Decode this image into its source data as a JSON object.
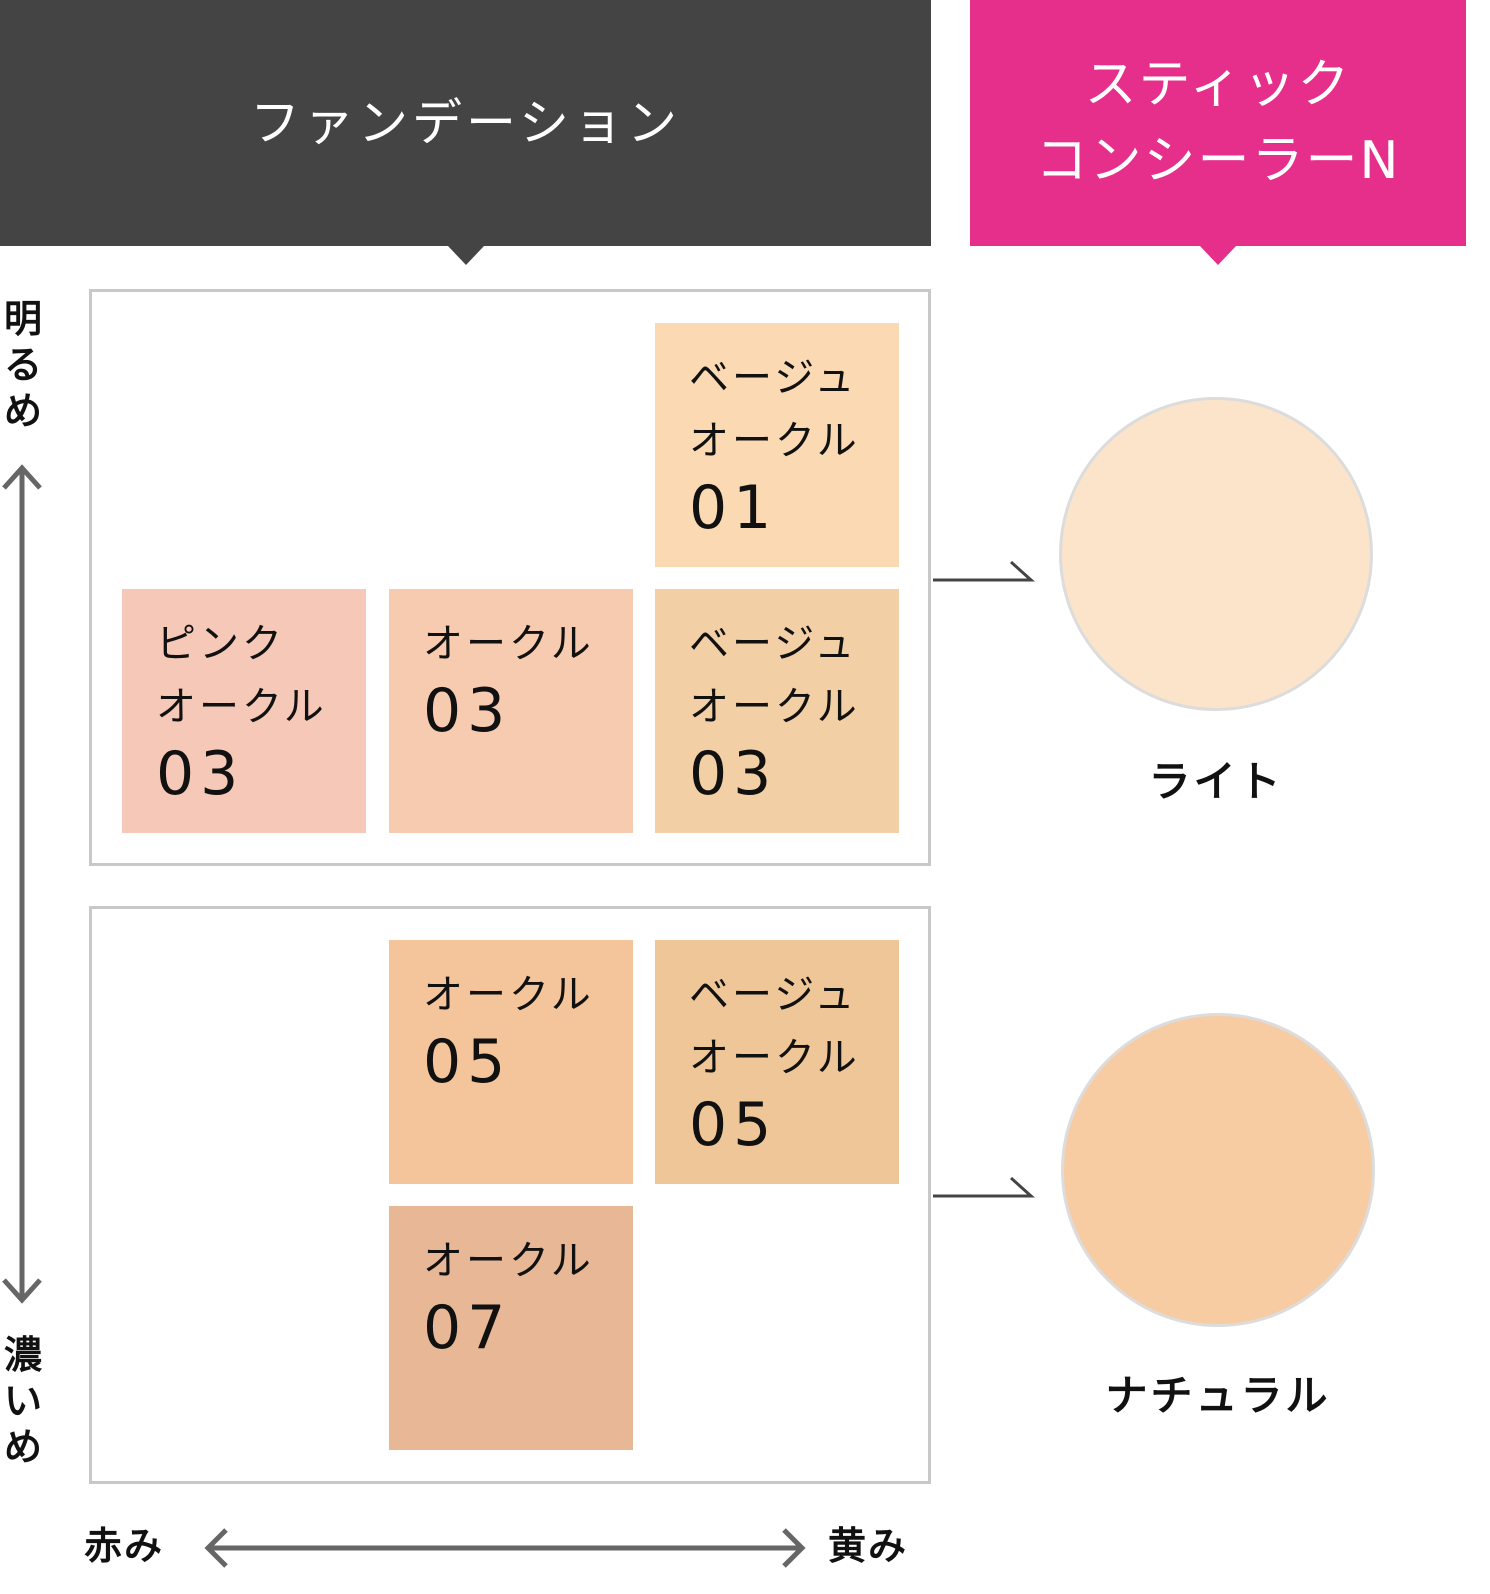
{
  "headers": {
    "foundation": {
      "title": "ファンデーション",
      "color": "#444444"
    },
    "concealer": {
      "title": "スティック\nコンシーラーN",
      "color": "#e62e8b"
    }
  },
  "axes": {
    "vertical": {
      "top_label": "明\nる\nめ",
      "bottom_label": "濃\nい\nめ"
    },
    "horizontal": {
      "left_label": "赤み",
      "right_label": "黄み"
    },
    "arrow_color": "#666666"
  },
  "groups": [
    {
      "id": "light",
      "tiles": [
        {
          "name": "ベージュ\nオークル",
          "number": "01",
          "color": "#fad9b3"
        },
        {
          "name": "ピンク\nオークル",
          "number": "03",
          "color": "#f6c8b8"
        },
        {
          "name": "オークル",
          "number": "03",
          "color": "#f7cbb0"
        },
        {
          "name": "ベージュ\nオークル",
          "number": "03",
          "color": "#f3cfa5"
        }
      ],
      "concealer": {
        "label": "ライト",
        "color": "#fce4ca"
      }
    },
    {
      "id": "dark",
      "tiles": [
        {
          "name": "オークル",
          "number": "05",
          "color": "#f4c49a"
        },
        {
          "name": "ベージュ\nオークル",
          "number": "05",
          "color": "#efc698"
        },
        {
          "name": "オークル",
          "number": "07",
          "color": "#e8b896"
        }
      ],
      "concealer": {
        "label": "ナチュラル",
        "color": "#f7cca3"
      }
    }
  ]
}
